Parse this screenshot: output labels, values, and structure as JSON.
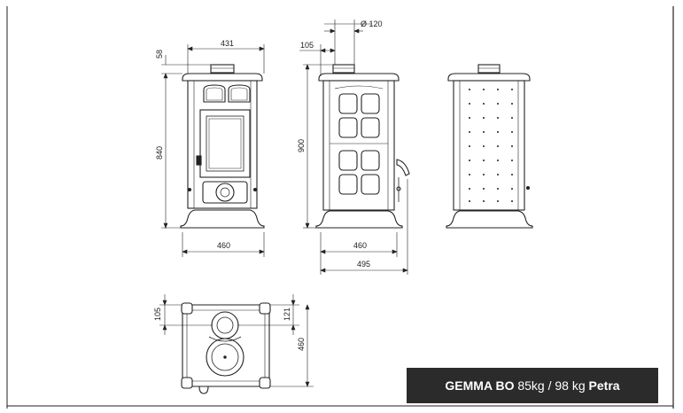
{
  "dimensions": {
    "front_width": "431",
    "top_offset": "58",
    "front_height": "840",
    "front_base_width": "460",
    "flue_diameter": "Ø 120",
    "flue_offset": "105",
    "side_height": "900",
    "side_base_width": "460",
    "side_total_depth": "495",
    "plan_front_offset": "105",
    "plan_side_offset": "121",
    "plan_depth": "460"
  },
  "title": {
    "model": "GEMMA BO",
    "weights": " 85kg / 98 kg ",
    "variant": "Petra"
  },
  "icons": [
    "stove-front-view",
    "stove-side-view",
    "stove-back-view",
    "stove-top-view"
  ],
  "colors": {
    "line": "#222222",
    "title_bg": "#2b2b2b",
    "title_text": "#ffffff"
  }
}
